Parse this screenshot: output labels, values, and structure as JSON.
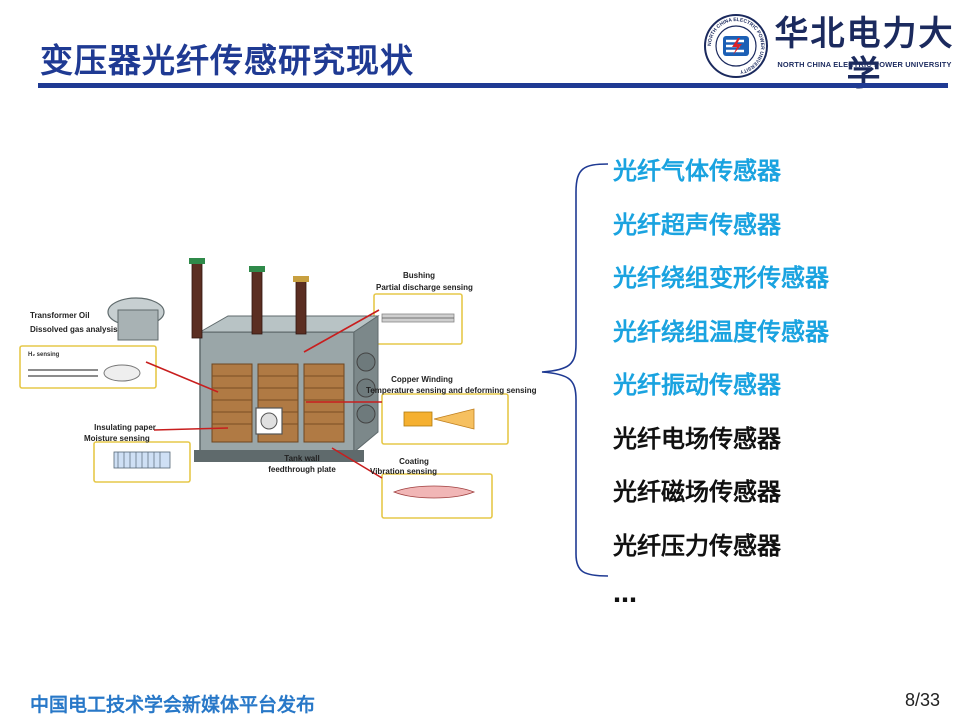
{
  "slide": {
    "title": "变压器光纤传感研究现状",
    "page": "8/33",
    "footer": "中国电工技术学会新媒体平台发布"
  },
  "logo": {
    "name_cn": "华北电力大学",
    "name_en": "NORTH CHINA ELECTRIC POWER UNIVERSITY",
    "seal_text": "NORTH CHINA ELECTRIC POWER UNIVERSITY"
  },
  "figure": {
    "labels": {
      "transformer_oil": "Transformer Oil",
      "dissolved_gas": "Dissolved gas analysis",
      "h2_sensing": "H₂ sensing",
      "bushing": "Bushing",
      "partial_discharge": "Partial discharge sensing",
      "copper_winding": "Copper Winding",
      "temperature_deforming": "Temperature sensing and deforming sensing",
      "insulating_paper": "Insulating paper",
      "moisture_sensing": "Moisture  sensing",
      "tank_wall": "Tank wall",
      "feedthrough": "feedthrough plate",
      "coating": "Coating",
      "vibration_sensing": "Vibration sensing"
    }
  },
  "sensors": [
    {
      "label": "光纤气体传感器",
      "color": "#1aa3e0"
    },
    {
      "label": "光纤超声传感器",
      "color": "#1aa3e0"
    },
    {
      "label": "光纤绕组变形传感器",
      "color": "#1aa3e0"
    },
    {
      "label": "光纤绕组温度传感器",
      "color": "#1aa3e0"
    },
    {
      "label": "光纤振动传感器",
      "color": "#1aa3e0"
    },
    {
      "label": "光纤电场传感器",
      "color": "#111111"
    },
    {
      "label": "光纤磁场传感器",
      "color": "#111111"
    },
    {
      "label": "光纤压力传感器",
      "color": "#111111"
    }
  ],
  "ellipsis": "…",
  "colors": {
    "title": "#1f3a93",
    "highlight": "#1aa3e0",
    "normal": "#111111",
    "footer": "#2878c8",
    "brace": "#1f3a93"
  }
}
